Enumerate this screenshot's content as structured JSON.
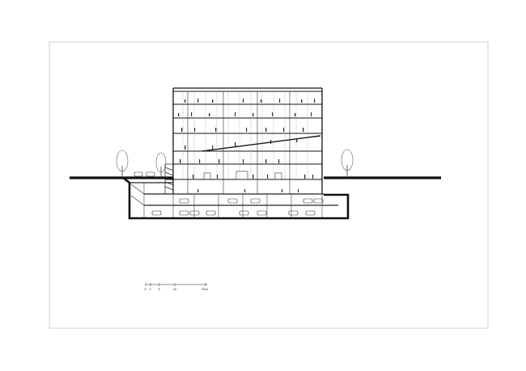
{
  "drawing": {
    "scale_bar": {
      "ticks": [
        "0",
        "2",
        "5",
        "10",
        "20m"
      ]
    }
  }
}
